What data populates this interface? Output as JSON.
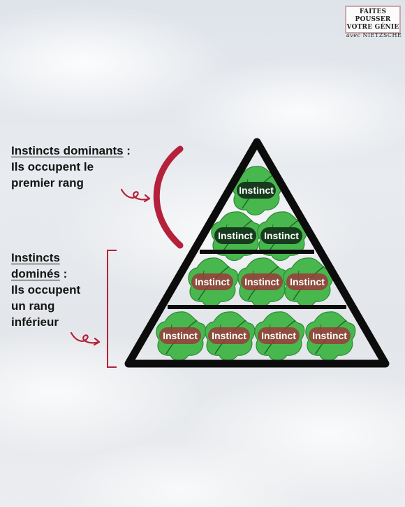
{
  "brand": {
    "line1": "FAITES POUSSER",
    "line2": "VOTRE GÉNIE",
    "line3_avec": "avec",
    "line3_name": "NIETZSCHE"
  },
  "dominant": {
    "heading": "Instincts dominants",
    "heading_suffix": " :",
    "line1": "Ils occupent le",
    "line2": "premier rang"
  },
  "dominated": {
    "heading_line1": "Instincts",
    "heading_line2": "dominés",
    "heading_suffix": " :",
    "line1": "Ils occupent",
    "line2": "un rang",
    "line3": "inférieur"
  },
  "pyramid": {
    "tiers": [
      {
        "tier": "dominant",
        "labels": [
          "Instinct",
          "Instinct",
          "Instinct"
        ]
      },
      {
        "tier": "middle",
        "labels": [
          "Instinct",
          "Instinct",
          "Instinct"
        ]
      },
      {
        "tier": "bottom",
        "labels": [
          "Instinct",
          "Instinct",
          "Instinct",
          "Instinct"
        ]
      }
    ]
  },
  "colors": {
    "pyramid_outline": "#0c0c0c",
    "bracket_red": "#b5213a",
    "leaf_green": "#48b84e",
    "leaf_dark": "#2c8a34",
    "pill_dark_green": "#173c1d",
    "pill_red": "#9a3b3b"
  },
  "icons": [
    "leaf-icon",
    "curved-arrow-icon",
    "arc-bracket-icon",
    "square-bracket-icon"
  ]
}
